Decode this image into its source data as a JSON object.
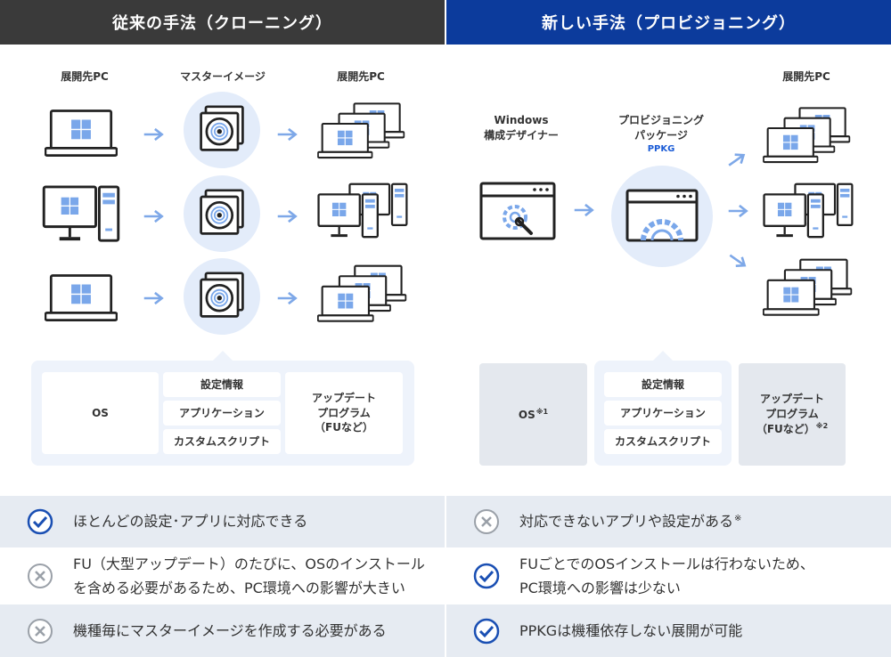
{
  "left": {
    "title": "従来の手法（クローニング）",
    "col1": "展開先PC",
    "col2": "マスターイメージ",
    "col3": "展開先PC",
    "panel": {
      "os": "OS",
      "settings": "設定情報",
      "apps": "アプリケーション",
      "scripts": "カスタムスクリプト",
      "updates_line1": "アップデート",
      "updates_line2": "プログラム",
      "updates_line3": "（FUなど）"
    },
    "points": [
      {
        "icon": "check",
        "line1": "ほとんどの設定･アプリに対応できる",
        "line2": ""
      },
      {
        "icon": "cross",
        "line1": "FU（大型アップデート）のたびに、OSのインストール",
        "line2": "を含める必要があるため、PC環境への影響が大きい"
      },
      {
        "icon": "cross",
        "line1": "機種毎にマスターイメージを作成する必要がある",
        "line2": ""
      }
    ]
  },
  "right": {
    "title": "新しい手法（プロビジョニング）",
    "designer_line1": "Windows",
    "designer_line2": "構成デザイナー",
    "package_line1": "プロビジョニング",
    "package_line2": "パッケージ",
    "package_abbr": "PPKG",
    "col3": "展開先PC",
    "panel": {
      "os": "OS",
      "os_note": "※1",
      "settings": "設定情報",
      "apps": "アプリケーション",
      "scripts": "カスタムスクリプト",
      "updates_line1": "アップデート",
      "updates_line2": "プログラム",
      "updates_line3": "（FUなど）",
      "updates_note": "※2"
    },
    "points": [
      {
        "icon": "cross",
        "line1": "対応できないアプリや設定がある",
        "note": "※",
        "line2": ""
      },
      {
        "icon": "check",
        "line1": "FUごとでのOSインストールは行わないため、",
        "note": "",
        "line2": "PC環境への影響は少ない"
      },
      {
        "icon": "check",
        "line1": "PPKGは機種依存しない展開が可能",
        "note": "",
        "line2": ""
      }
    ]
  },
  "colors": {
    "left_header": "#3a3a3a",
    "right_header": "#0c3b9c",
    "accent": "#1a5bd6",
    "arrow": "#7ea8e8",
    "windows_logo": "#7aa7ea"
  }
}
